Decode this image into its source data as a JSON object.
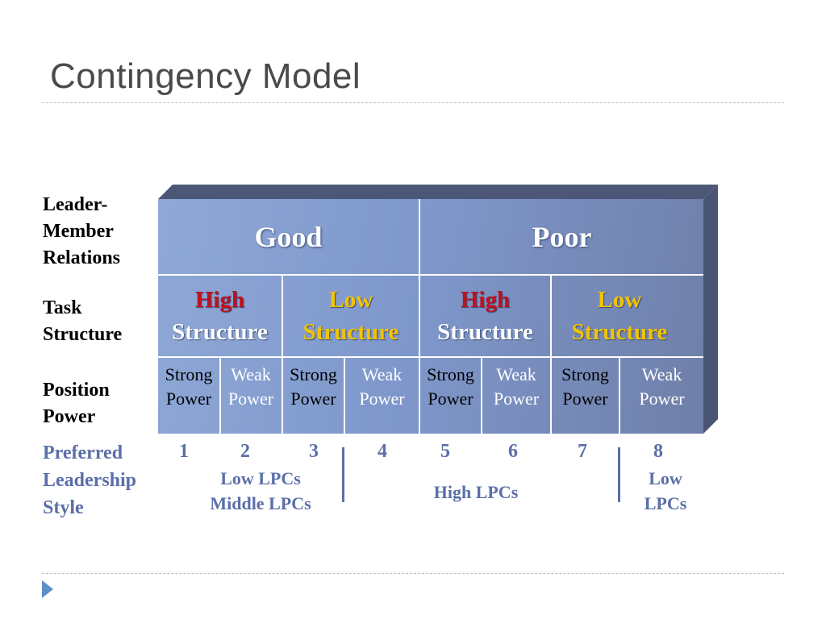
{
  "slide": {
    "title": "Contingency Model"
  },
  "row_labels": {
    "lmr": [
      "Leader-",
      "Member",
      "Relations"
    ],
    "task": [
      "Task",
      "Structure"
    ],
    "position": [
      "Position",
      "Power"
    ],
    "preferred": [
      "Preferred",
      "Leadership",
      "Style"
    ]
  },
  "lmr": [
    "Good",
    "Poor"
  ],
  "task_structure": [
    {
      "level": "High",
      "word": "Structure"
    },
    {
      "level": "Low",
      "word": "Structure"
    },
    {
      "level": "High",
      "word": "Structure"
    },
    {
      "level": "Low",
      "word": "Structure"
    }
  ],
  "position_power": [
    {
      "l1": "Strong",
      "l2": "Power"
    },
    {
      "l1": "Weak",
      "l2": "Power"
    },
    {
      "l1": "Strong",
      "l2": "Power"
    },
    {
      "l1": "Weak",
      "l2": "Power"
    },
    {
      "l1": "Strong",
      "l2": "Power"
    },
    {
      "l1": "Weak",
      "l2": "Power"
    },
    {
      "l1": "Strong",
      "l2": "Power"
    },
    {
      "l1": "Weak",
      "l2": "Power"
    }
  ],
  "octants": [
    "1",
    "2",
    "3",
    "4",
    "5",
    "6",
    "7",
    "8"
  ],
  "styles": {
    "group1": [
      "Low LPCs",
      "Middle LPCs"
    ],
    "group2": "High LPCs",
    "group3": [
      "Low",
      "LPCs"
    ]
  },
  "colors": {
    "accent": "#5b6fa8",
    "high": "#c0101c",
    "low": "#f2c400"
  }
}
